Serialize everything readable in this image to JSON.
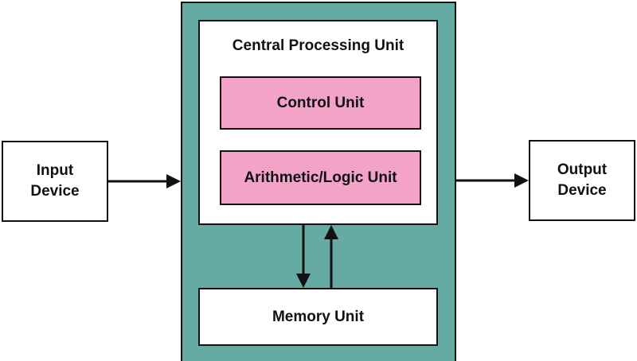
{
  "diagram": {
    "input_device": "Input\nDevice",
    "output_device": "Output\nDevice",
    "cpu": {
      "title": "Central Processing Unit",
      "control_unit": "Control Unit",
      "alu": "Arithmetic/Logic Unit"
    },
    "memory_unit": "Memory Unit"
  },
  "colors": {
    "frame": "#66aaa4",
    "unit_fill": "#f3a3c8",
    "stroke": "#111111"
  }
}
